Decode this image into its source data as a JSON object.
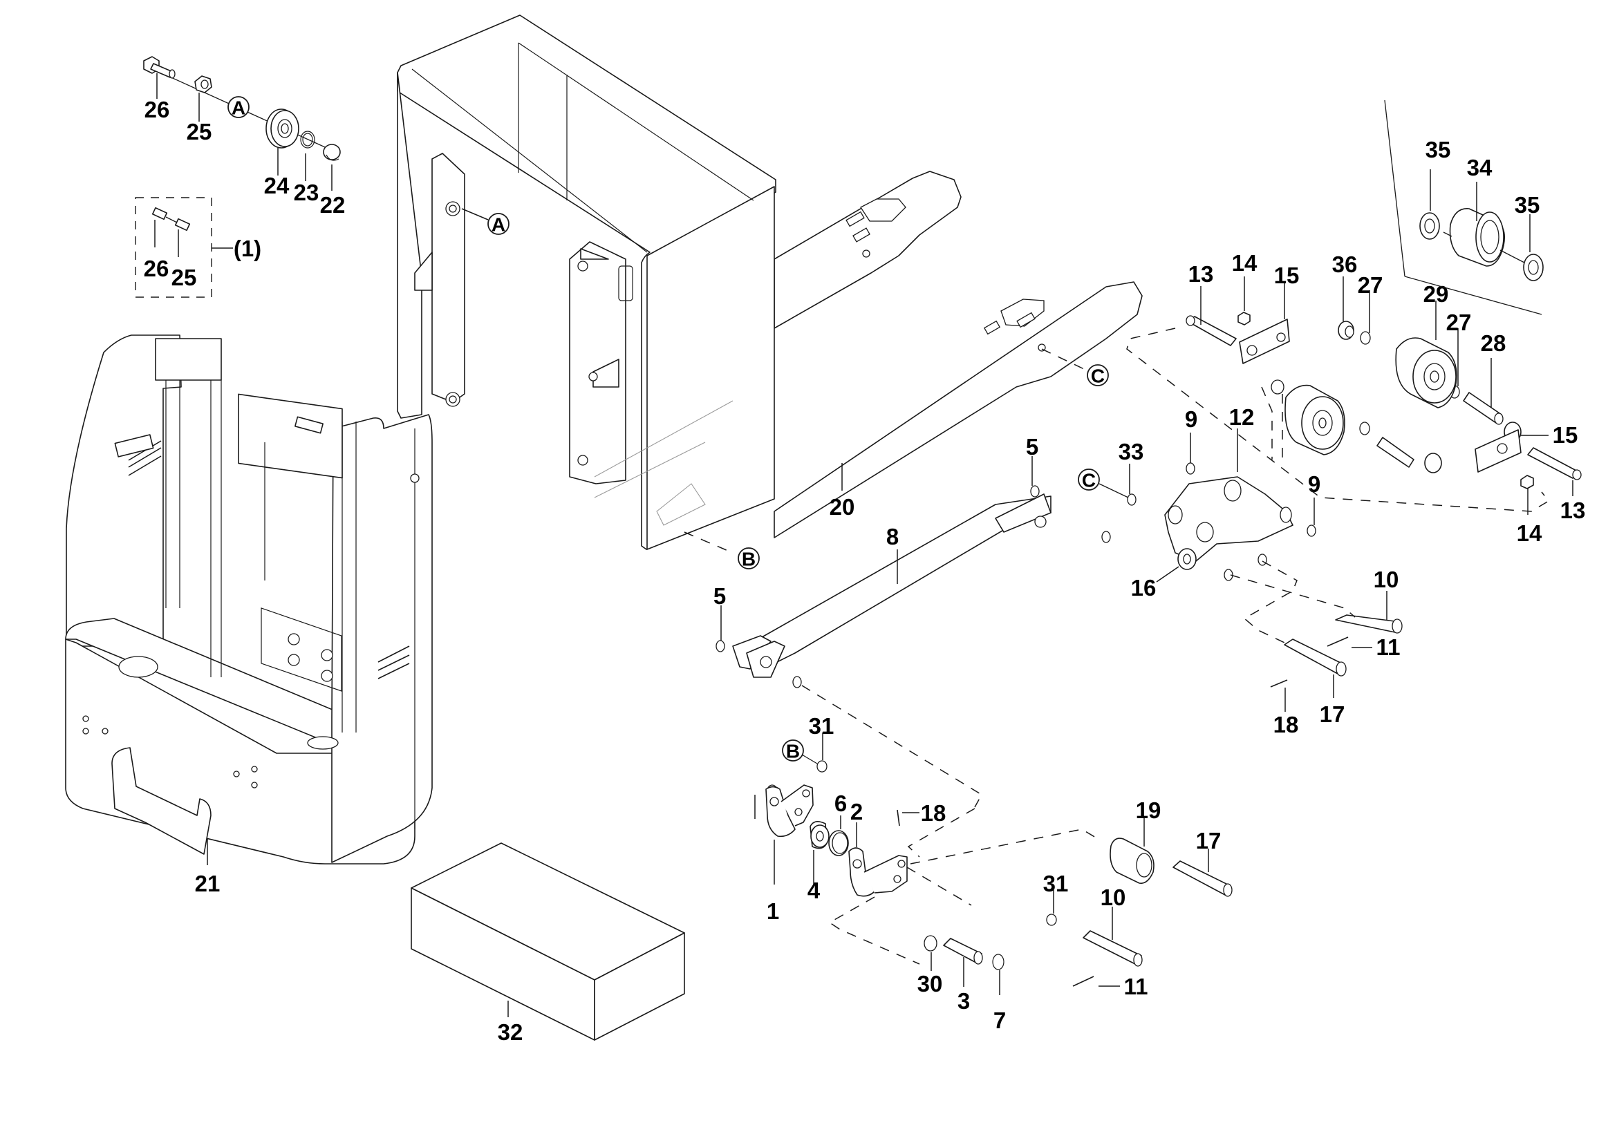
{
  "diagram": {
    "type": "exploded-parts-diagram",
    "subject": "pallet truck chassis, fork frame and lift linkage",
    "line_color": "#1a1a1a",
    "background": "#ffffff"
  },
  "reference_markers": {
    "A": "A",
    "B": "B",
    "C": "C"
  },
  "kit_label": "(1)",
  "callouts": {
    "c26a": "26",
    "c25a": "25",
    "c24": "24",
    "c23": "23",
    "c22": "22",
    "c26b": "26",
    "c25b": "25",
    "c21": "21",
    "c20": "20",
    "c32": "32",
    "c8": "8",
    "c5a": "5",
    "c5b": "5",
    "c33": "33",
    "c9a": "9",
    "c12": "12",
    "c9b": "9",
    "c16": "16",
    "c10a": "10",
    "c11a": "11",
    "c17a": "17",
    "c18a": "18",
    "c13a": "13",
    "c14a": "14",
    "c15a": "15",
    "c36": "36",
    "c27a": "27",
    "c29": "29",
    "c27b": "27",
    "c28": "28",
    "c15b": "15",
    "c13b": "13",
    "c14b": "14",
    "c35a": "35",
    "c34": "34",
    "c35b": "35",
    "c31a": "31",
    "c1": "1",
    "c4": "4",
    "c6": "6",
    "c2": "2",
    "c18b": "18",
    "c19": "19",
    "c17b": "17",
    "c31b": "31",
    "c10b": "10",
    "c11b": "11",
    "c30": "30",
    "c3": "3",
    "c7": "7"
  }
}
